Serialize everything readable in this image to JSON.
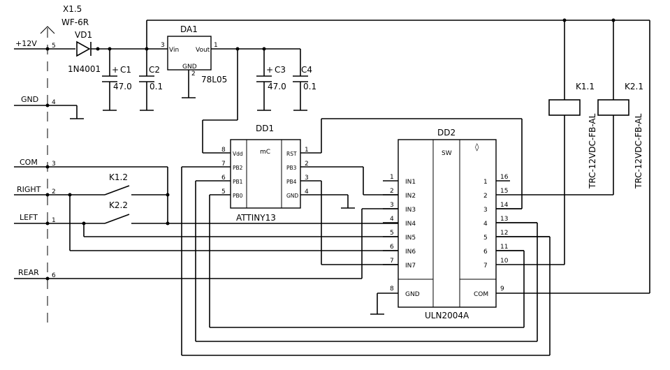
{
  "connector": {
    "ref": "X1.5",
    "type": "WF-6R",
    "pins": [
      {
        "signal": "+12V",
        "num": "5"
      },
      {
        "signal": "GND",
        "num": "4"
      },
      {
        "signal": "COM",
        "num": "3"
      },
      {
        "signal": "RIGHT",
        "num": "2"
      },
      {
        "signal": "LEFT",
        "num": "1"
      },
      {
        "signal": "REAR",
        "num": "6"
      }
    ]
  },
  "diode": {
    "ref": "VD1",
    "part": "1N4001"
  },
  "caps": [
    {
      "ref": "C1",
      "value": "47.0",
      "polar": "+"
    },
    {
      "ref": "C2",
      "value": "0.1"
    },
    {
      "ref": "C3",
      "value": "47.0",
      "polar": "+"
    },
    {
      "ref": "C4",
      "value": "0.1"
    }
  ],
  "regulator": {
    "ref": "DA1",
    "part": "78L05",
    "vin": "Vin",
    "vout": "Vout",
    "gnd": "GND",
    "pin_in": "3",
    "pin_out": "1",
    "pin_gnd": "2"
  },
  "mcu": {
    "ref": "DD1",
    "part": "ATTINY13",
    "core": "mC",
    "left_pins": [
      {
        "num": "8",
        "name": "Vdd"
      },
      {
        "num": "7",
        "name": "PB2"
      },
      {
        "num": "6",
        "name": "PB1"
      },
      {
        "num": "5",
        "name": "PB0"
      }
    ],
    "right_pins": [
      {
        "num": "1",
        "name": "RST"
      },
      {
        "num": "2",
        "name": "PB3"
      },
      {
        "num": "3",
        "name": "PB4"
      },
      {
        "num": "4",
        "name": "GND"
      }
    ]
  },
  "driver": {
    "ref": "DD2",
    "part": "ULN2004A",
    "sw": "SW",
    "diamond": "◊",
    "inputs": [
      {
        "num": "1",
        "name": "IN1"
      },
      {
        "num": "2",
        "name": "IN2"
      },
      {
        "num": "3",
        "name": "IN3"
      },
      {
        "num": "4",
        "name": "IN4"
      },
      {
        "num": "5",
        "name": "IN5"
      },
      {
        "num": "6",
        "name": "IN6"
      },
      {
        "num": "7",
        "name": "IN7"
      }
    ],
    "gnd": {
      "num": "8",
      "name": "GND"
    },
    "outputs": [
      {
        "num": "16",
        "name": "1"
      },
      {
        "num": "15",
        "name": "2"
      },
      {
        "num": "14",
        "name": "3"
      },
      {
        "num": "13",
        "name": "4"
      },
      {
        "num": "12",
        "name": "5"
      },
      {
        "num": "11",
        "name": "6"
      },
      {
        "num": "10",
        "name": "7"
      }
    ],
    "com": {
      "num": "9",
      "name": "COM"
    }
  },
  "relays": [
    {
      "ref": "K1.1",
      "part": "TRC-12VDC-FB-AL"
    },
    {
      "ref": "K2.1",
      "part": "TRC-12VDC-FB-AL"
    }
  ],
  "switches": [
    {
      "ref": "K1.2"
    },
    {
      "ref": "K2.2"
    }
  ]
}
